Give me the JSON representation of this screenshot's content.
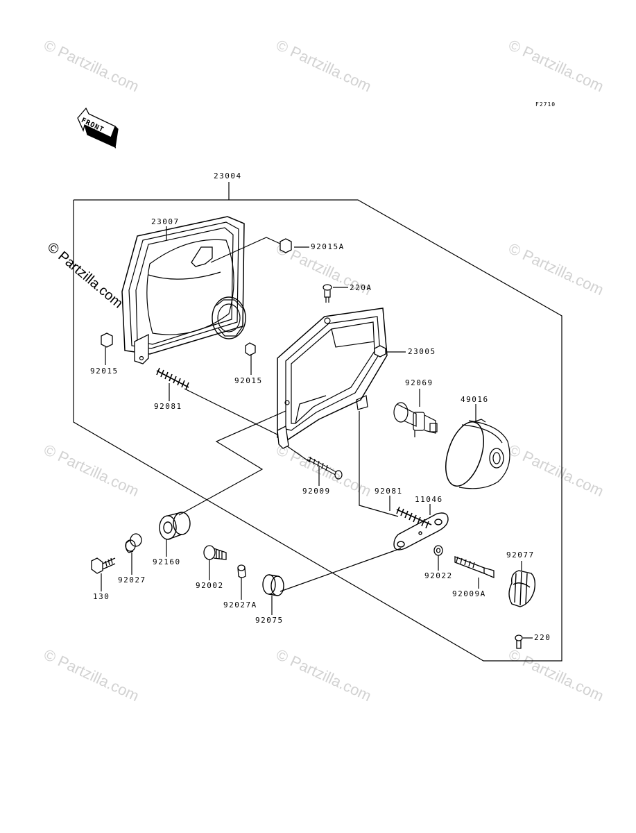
{
  "diagram_code": "F2710",
  "front_label": "FRONT",
  "watermark": "© Partzilla.com",
  "side_watermark": "© Partzilla.com",
  "parts": {
    "p23004": "23004",
    "p23007": "23007",
    "p92015A": "92015A",
    "p220A": "220A",
    "p92015_left": "92015",
    "p92015_mid": "92015",
    "p23005": "23005",
    "p92081_left": "92081",
    "p92069": "92069",
    "p49016": "49016",
    "p92009": "92009",
    "p92081_right": "92081",
    "p11046": "11046",
    "p92160": "92160",
    "p92027": "92027",
    "p130": "130",
    "p92002": "92002",
    "p92027A": "92027A",
    "p92075": "92075",
    "p92022": "92022",
    "p92009A": "92009A",
    "p92077": "92077",
    "p220": "220"
  }
}
